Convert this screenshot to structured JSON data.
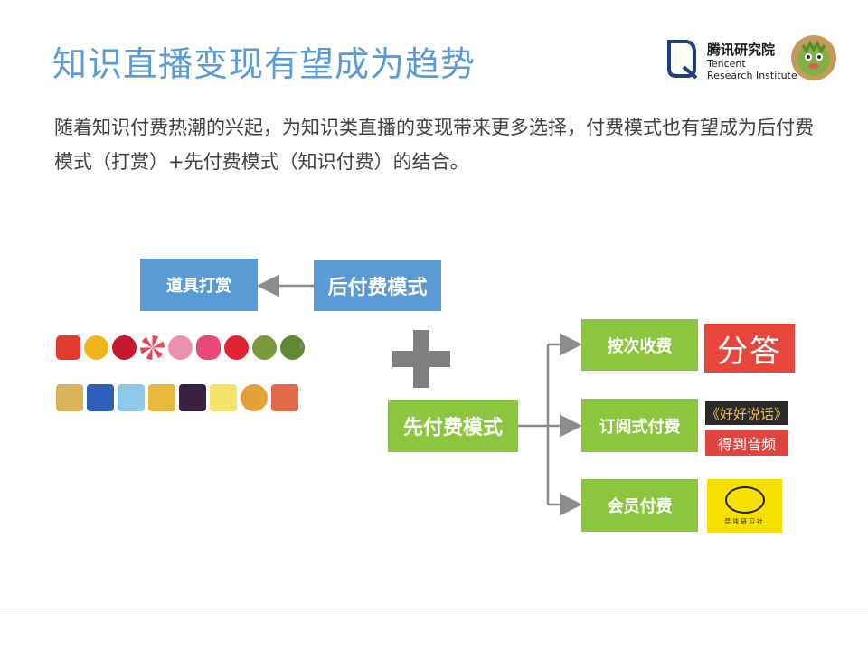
{
  "header": {
    "title": "知识直播变现有望成为趋势",
    "logo_cn": "腾讯研究院",
    "logo_en_line1": "Tencent",
    "logo_en_line2": "Research Institute"
  },
  "body": {
    "text": "随着知识付费热潮的兴起，为知识类直播的变现带来更多选择，付费模式也有望成为后付费模式（打赏）+先付费模式（知识付费）的结合。"
  },
  "diagram": {
    "post_pay": "后付费模式",
    "prop_reward": "道具打赏",
    "pre_pay": "先付费模式",
    "per_use": "按次收费",
    "subscription": "订阅式付费",
    "membership": "会员付费",
    "plus_symbol": "+",
    "colors": {
      "blue": "#5b9bd5",
      "green": "#8cc63f",
      "arrow": "#8c8c8c"
    }
  },
  "logos": {
    "fenda": "分答",
    "haohao": "《好好说话》",
    "dedao": "得到音频",
    "hundun": "混沌研习社"
  },
  "gifts": {
    "row1": [
      "red-envelope-icon",
      "gold-coin-icon",
      "rose-icon",
      "candy-icon",
      "cute-face-icon",
      "lips-icon",
      "heart-icon",
      "monster-icon",
      "monster2-icon"
    ],
    "row2": [
      "fighter-jet-icon",
      "robot-icon",
      "airplane-icon",
      "gold-bar-icon",
      "crown-icon",
      "firework-icon",
      "coin-badge-icon",
      "diamond-icon"
    ],
    "more_glyph": "›"
  }
}
